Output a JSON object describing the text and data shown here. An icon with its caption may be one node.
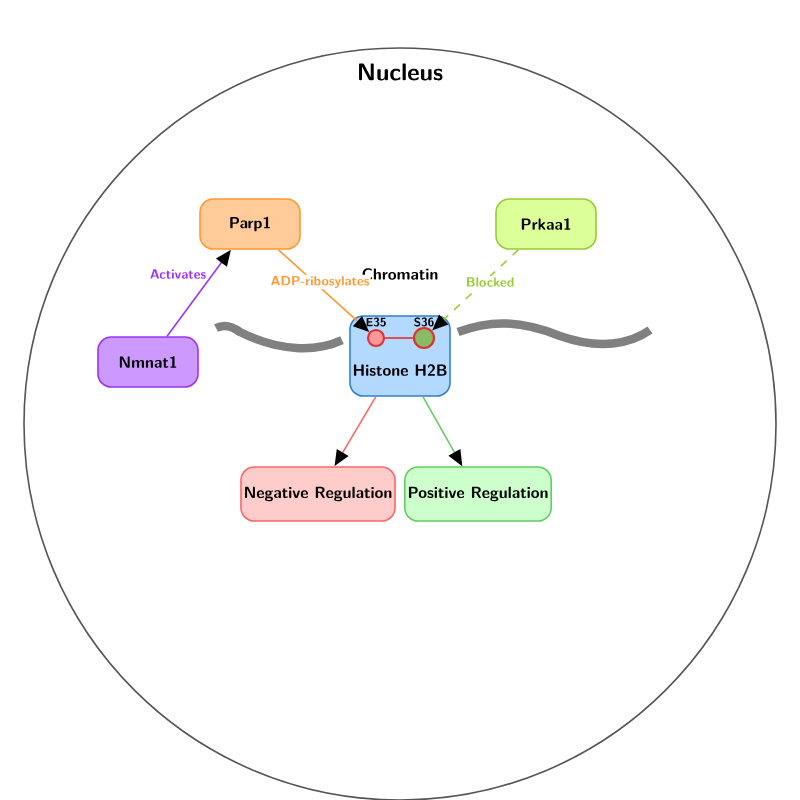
{
  "diagram": {
    "nodes": [
      {
        "text": [
          "Nucleus"
        ]
      },
      {
        "text": [
          "Parp1"
        ],
        "in": 0
      },
      {
        "text": [
          "Prkaa1"
        ],
        "in": 0
      },
      {
        "text": [
          "Nmnat1"
        ],
        "in": 0
      },
      {
        "text": [
          "Histone H2B"
        ],
        "in": 0
      },
      {
        "text": [
          "E35"
        ],
        "in": 4
      },
      {
        "text": [
          "S36"
        ],
        "in": 4
      },
      {
        "text": [
          "Negative Regulation"
        ],
        "in": 0
      },
      {
        "text": [
          "Positive Regulation"
        ],
        "in": 0
      }
    ],
    "edges": [
      {
        "from": 3,
        "to": 1,
        "arrow": "to",
        "label": "Activates",
        "color": "#9933ff"
      },
      {
        "from": 1,
        "to": 5,
        "arrow": "to",
        "label": "ADP-ribosylates",
        "color": "#ff9933"
      },
      {
        "from": 2,
        "to": 6,
        "arrow": "to",
        "label": "Blocked",
        "style": "dashed",
        "color": "#99cc33"
      },
      {
        "from": 5,
        "to": 6,
        "arrow": "none",
        "color": "#e03030"
      },
      {
        "from": 4,
        "to": 7,
        "arrow": "to",
        "color": "#ff6666"
      },
      {
        "from": 4,
        "to": 8,
        "arrow": "to",
        "color": "#66cc66"
      }
    ],
    "labels": [
      "Chromatin"
    ]
  }
}
